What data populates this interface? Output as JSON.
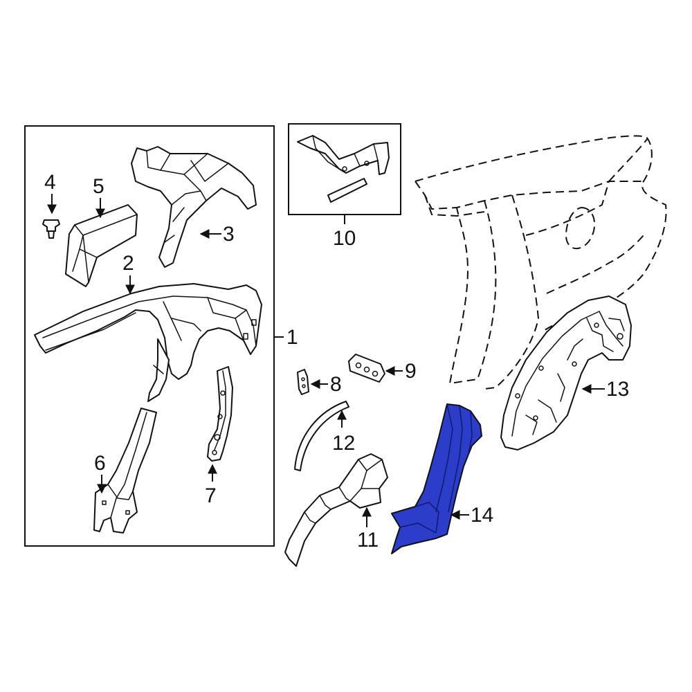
{
  "diagram": {
    "highlight_color": "#2b3dc9",
    "line_color": "#111111",
    "callouts": {
      "c1": "1",
      "c2": "2",
      "c3": "3",
      "c4": "4",
      "c5": "5",
      "c6": "6",
      "c7": "7",
      "c8": "8",
      "c9": "9",
      "c10": "10",
      "c11": "11",
      "c12": "12",
      "c13": "13",
      "c14": "14"
    },
    "highlighted_part": "14"
  }
}
